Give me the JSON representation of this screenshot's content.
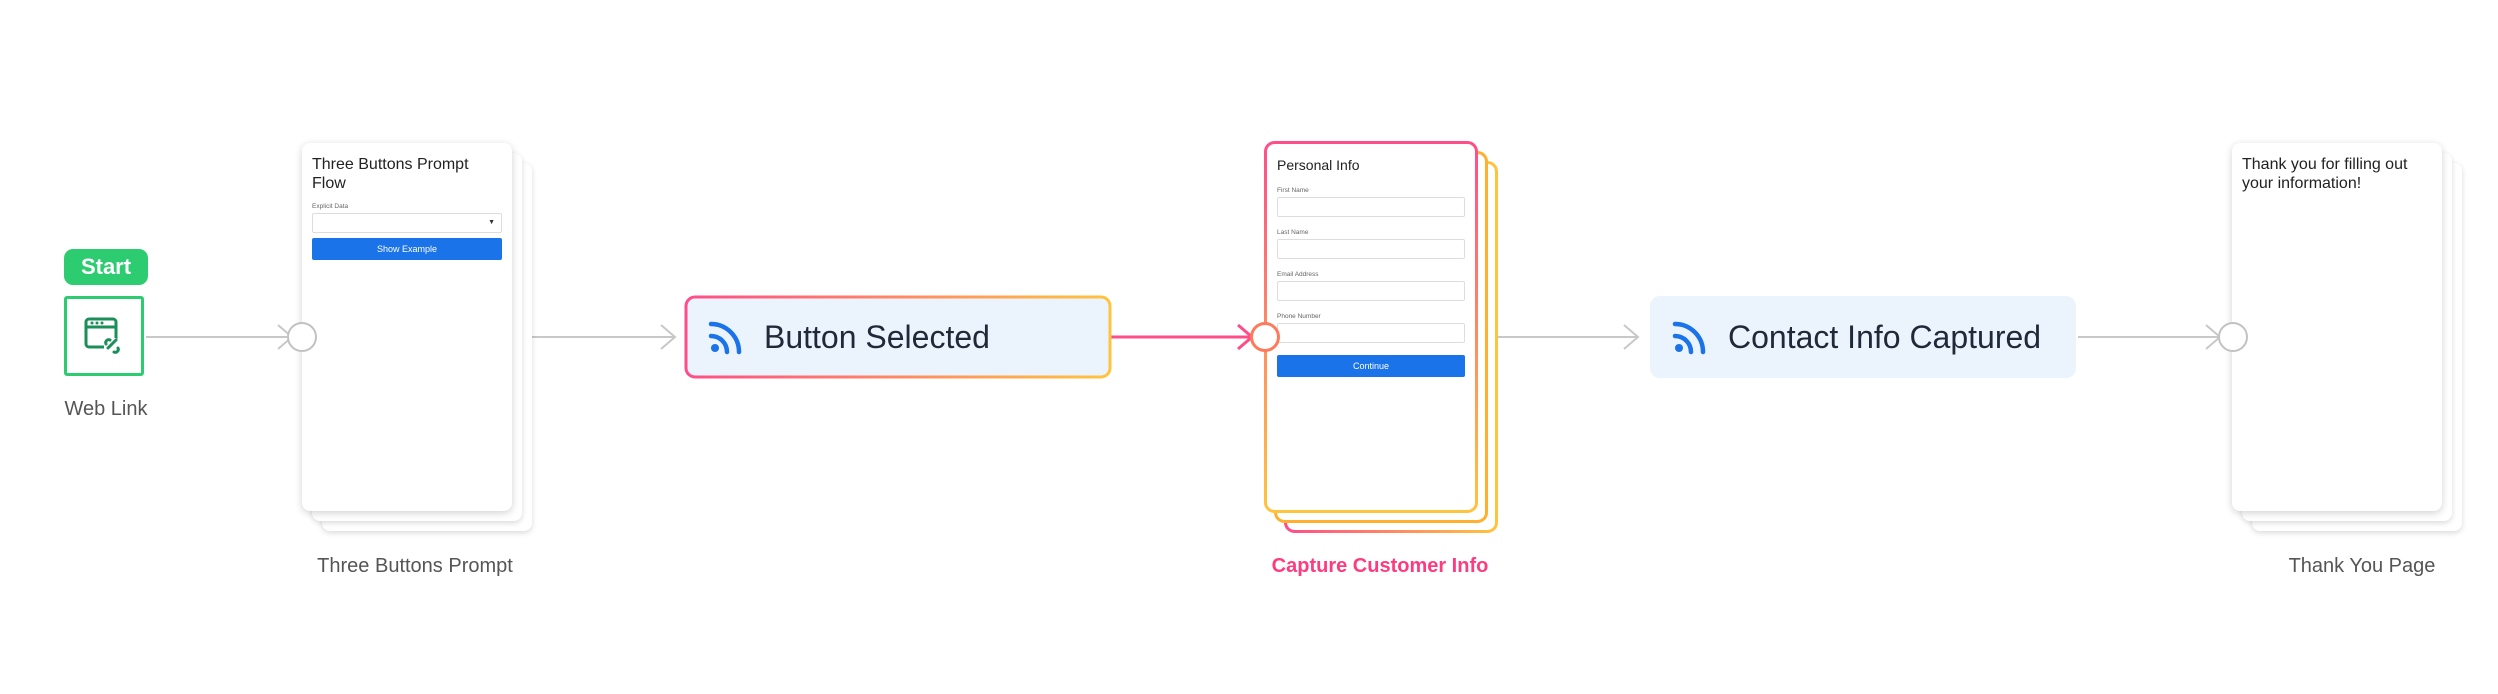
{
  "start": {
    "badge_label": "Start",
    "icon": "web-link-icon",
    "caption": "Web Link",
    "color": "#2ecc71"
  },
  "pages": {
    "three_buttons": {
      "title": "Three Buttons Prompt Flow",
      "field_label": "Explicit Data",
      "button_label": "Show Example",
      "caption": "Three Buttons Prompt"
    },
    "capture": {
      "title": "Personal Info",
      "fields": [
        "First Name",
        "Last Name",
        "Email Address",
        "Phone Number"
      ],
      "button_label": "Continue",
      "caption": "Capture Customer Info",
      "caption_color": "#ff3b7f"
    },
    "thank_you": {
      "title": "Thank you for filling out your information!",
      "caption": "Thank You Page"
    }
  },
  "events": {
    "button_selected": {
      "label": "Button Selected",
      "icon": "rss-feed-icon"
    },
    "contact_captured": {
      "label": "Contact Info Captured",
      "icon": "rss-feed-icon"
    }
  },
  "colors": {
    "accent_blue": "#1a73e8",
    "event_bg": "#ebf3fd",
    "highlight_pink": "#ff4d8a",
    "highlight_yellow": "#ffc43d",
    "connector_gray": "#c8c8c8"
  }
}
